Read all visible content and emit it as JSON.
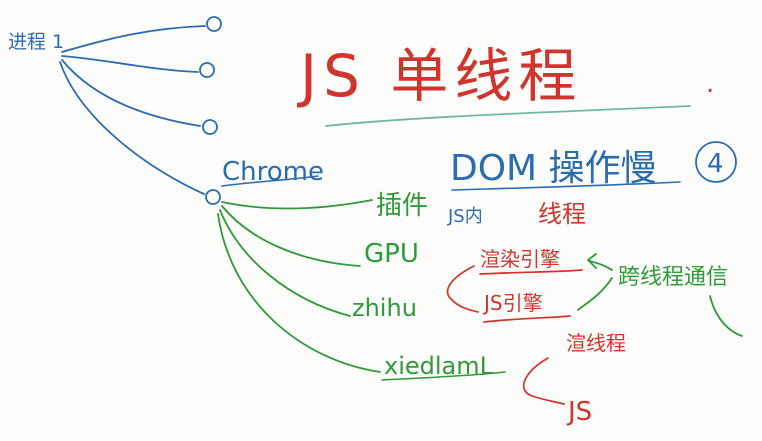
{
  "colors": {
    "blue": "#2b6cb0",
    "green": "#2f9a3a",
    "red": "#d0342c",
    "teal": "#6fb8a0"
  },
  "labels": {
    "process": "进程 1",
    "chrome": "Chrome",
    "title": "JS 单线程",
    "title_dot": ".",
    "dom_note": "DOM 操作慢",
    "dom_num": "4",
    "js_in": "JS内",
    "thread": "线程",
    "branch_1": "插件",
    "branch_2": "GPU",
    "branch_3": "zhihu",
    "branch_4": "xiedlamL",
    "render_engine": "渲染引擎",
    "js_engine": "JS引擎",
    "cross_thread": "跨线程通信",
    "render_thread": "渲线程",
    "js_short": "JS"
  }
}
